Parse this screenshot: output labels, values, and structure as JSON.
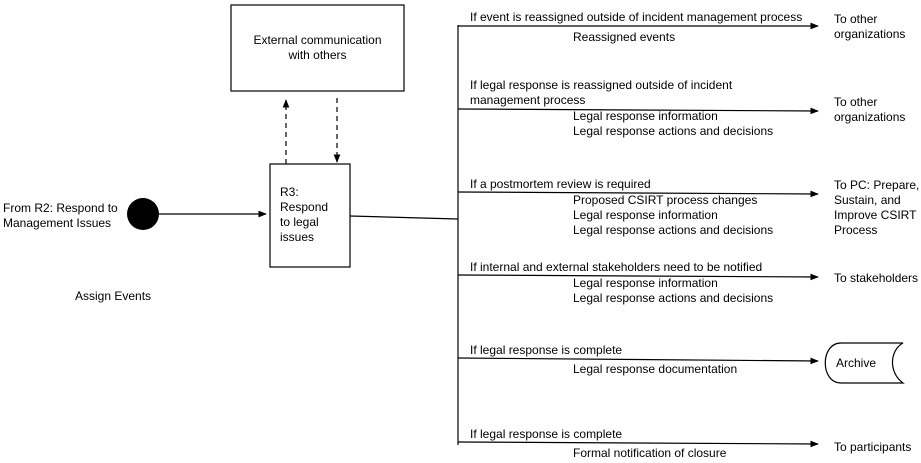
{
  "source": {
    "text_lines": [
      "From R2: Respond to",
      "Management Issues"
    ]
  },
  "assign_label": "Assign Events",
  "external_box": {
    "text_lines": [
      "External communication",
      "with others"
    ]
  },
  "process_box": {
    "text_lines": [
      "R3:",
      "Respond",
      "to legal",
      "issues"
    ]
  },
  "branches": [
    {
      "condition_lines": [
        "If event is reassigned outside of incident management process"
      ],
      "outputs": [
        "Reassigned events"
      ],
      "destination_lines": [
        "To other",
        "organizations"
      ]
    },
    {
      "condition_lines": [
        "If legal response is reassigned outside of incident",
        "management process"
      ],
      "outputs": [
        "Legal response information",
        "Legal response actions and decisions"
      ],
      "destination_lines": [
        "To other",
        "organizations"
      ]
    },
    {
      "condition_lines": [
        "If a postmortem review is required"
      ],
      "outputs": [
        "Proposed CSIRT process changes",
        "Legal response information",
        "Legal response actions and decisions"
      ],
      "destination_lines": [
        "To PC: Prepare,",
        "Sustain, and",
        "Improve CSIRT",
        "Process"
      ]
    },
    {
      "condition_lines": [
        "If internal and external stakeholders need to be notified"
      ],
      "outputs": [
        "Legal response information",
        "Legal response actions and decisions"
      ],
      "destination_lines": [
        "To stakeholders"
      ]
    },
    {
      "condition_lines": [
        "If legal response is complete"
      ],
      "outputs": [
        "Legal response documentation"
      ],
      "destination_lines": [
        "Archive"
      ]
    },
    {
      "condition_lines": [
        "If legal response is complete"
      ],
      "outputs": [
        "Formal notification of closure"
      ],
      "destination_lines": [
        "To participants"
      ]
    }
  ]
}
